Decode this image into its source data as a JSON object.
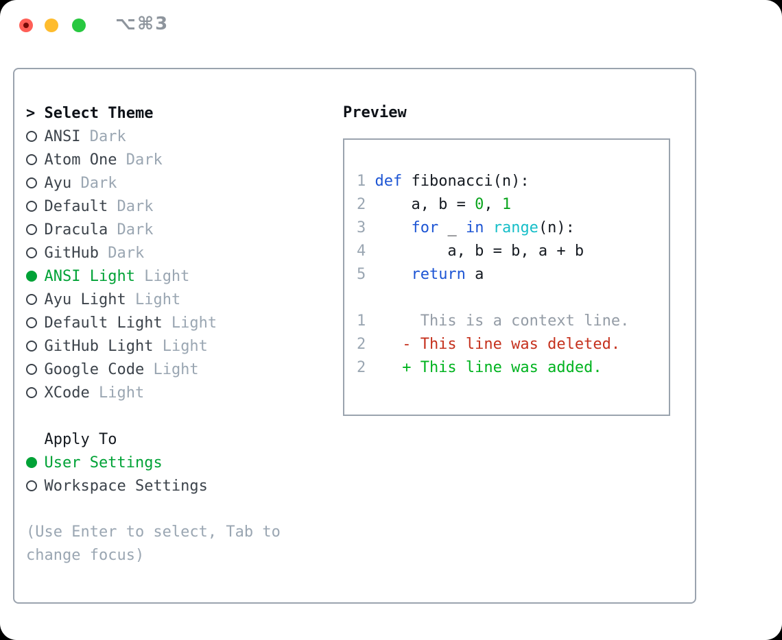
{
  "window": {
    "title": "⌥⌘3",
    "traffic_lights": [
      "close",
      "minimize",
      "zoom"
    ]
  },
  "colors": {
    "accent_green": "#00a236",
    "keyword_blue": "#1d55d4",
    "function_cyan": "#16bec8",
    "literal_green": "#0aa41d",
    "added_green": "#00b31f",
    "deleted_red": "#c5311d",
    "muted_gray": "#9aa6b2",
    "border_gray": "#9aa3ae",
    "text_dark": "#3c434b"
  },
  "theme_panel": {
    "prompt": ">",
    "header": "Select Theme",
    "items": [
      {
        "name": "ANSI",
        "variant": "Dark",
        "selected": false
      },
      {
        "name": "Atom One",
        "variant": "Dark",
        "selected": false
      },
      {
        "name": "Ayu",
        "variant": "Dark",
        "selected": false
      },
      {
        "name": "Default",
        "variant": "Dark",
        "selected": false
      },
      {
        "name": "Dracula",
        "variant": "Dark",
        "selected": false
      },
      {
        "name": "GitHub",
        "variant": "Dark",
        "selected": false
      },
      {
        "name": "ANSI Light",
        "variant": "Light",
        "selected": true
      },
      {
        "name": "Ayu Light",
        "variant": "Light",
        "selected": false
      },
      {
        "name": "Default Light",
        "variant": "Light",
        "selected": false
      },
      {
        "name": "GitHub Light",
        "variant": "Light",
        "selected": false
      },
      {
        "name": "Google Code",
        "variant": "Light",
        "selected": false
      },
      {
        "name": "XCode",
        "variant": "Light",
        "selected": false
      }
    ],
    "apply_to": {
      "header": "Apply To",
      "options": [
        {
          "name": "User Settings",
          "selected": true
        },
        {
          "name": "Workspace Settings",
          "selected": false
        }
      ]
    },
    "help_text": "(Use Enter to select, Tab to change focus)"
  },
  "preview": {
    "title": "Preview",
    "lines": [
      {
        "num": "1",
        "segments": [
          [
            "def",
            "kw"
          ],
          [
            " fibonacci(n):",
            "fg"
          ]
        ]
      },
      {
        "num": "2",
        "segments": [
          [
            "    a, b = ",
            "fg"
          ],
          [
            "0",
            "num"
          ],
          [
            ", ",
            "fg"
          ],
          [
            "1",
            "num"
          ]
        ]
      },
      {
        "num": "3",
        "segments": [
          [
            "    ",
            "fg"
          ],
          [
            "for",
            "kw"
          ],
          [
            " _ ",
            "fg"
          ],
          [
            "in",
            "kw"
          ],
          [
            " ",
            "fg"
          ],
          [
            "range",
            "fn"
          ],
          [
            "(n):",
            "fg"
          ]
        ]
      },
      {
        "num": "4",
        "segments": [
          [
            "        a, b = b, a + b",
            "fg"
          ]
        ]
      },
      {
        "num": "5",
        "segments": [
          [
            "    ",
            "fg"
          ],
          [
            "return",
            "kw"
          ],
          [
            " a",
            "fg"
          ]
        ]
      },
      {
        "num": "",
        "segments": []
      },
      {
        "num": "1",
        "segments": [
          [
            "     This is a context line.",
            "ctx"
          ]
        ]
      },
      {
        "num": "2",
        "segments": [
          [
            "   - This line was deleted.",
            "del"
          ]
        ]
      },
      {
        "num": "2",
        "segments": [
          [
            "   + This line was added.",
            "add"
          ]
        ]
      }
    ]
  }
}
